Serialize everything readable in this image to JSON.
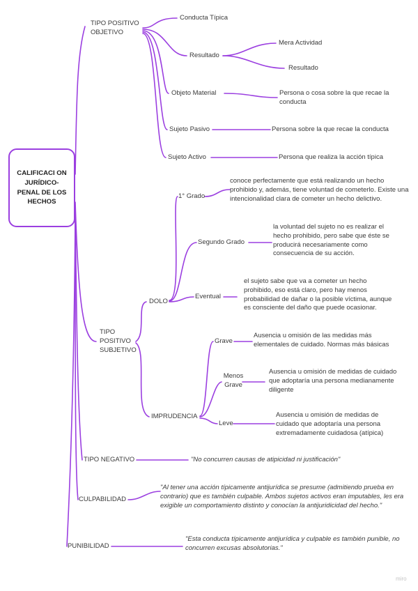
{
  "root": {
    "label": "CALIFICACI ON JURÍDICO-PENAL DE LOS HECHOS"
  },
  "tipo_positivo_objetivo": {
    "label": "TIPO POSITIVO OBJETIVO",
    "conducta": "Conducta Típica",
    "resultado": {
      "label": "Resultado",
      "mera": "Mera Actividad",
      "resultado": "Resultado"
    },
    "objeto": {
      "label": "Objeto Material",
      "desc": "Persona o cosa sobre la que recae la conducta"
    },
    "sujeto_pasivo": {
      "label": "Sujeto Pasivo",
      "desc": "Persona sobre la que recae la conducta"
    },
    "sujeto_activo": {
      "label": "Sujeto Activo",
      "desc": "Persona que realiza la  acción típica"
    }
  },
  "tipo_positivo_subjetivo": {
    "label": "TIPO POSITIVO SUBJETIVO",
    "dolo": {
      "label": "DOLO",
      "primer": {
        "label": "1° Grado",
        "desc": "conoce perfectamente que está realizando un hecho prohibido y, además, tiene voluntad de cometerlo. Existe una intencionalidad clara de cometer un hecho delictivo."
      },
      "segundo": {
        "label": "Segundo Grado",
        "desc": "la voluntad del sujeto no es realizar el hecho prohibido, pero sabe que éste se producirá necesariamente como consecuencia de su acción."
      },
      "eventual": {
        "label": "Eventual",
        "desc": "el sujeto sabe que va a cometer un hecho prohibido, eso está claro, pero hay menos probabilidad de dañar o la posible víctima, aunque es consciente del daño que puede ocasionar."
      }
    },
    "imprudencia": {
      "label": "IMPRUDENCIA",
      "grave": {
        "label": "Grave",
        "desc": "Ausencia u omisión de las medidas más elementales de cuidado. Normas más básicas"
      },
      "menos_grave": {
        "label": "Menos Grave",
        "desc": "Ausencia u omisión de medidas de cuidado que adoptaría una persona medianamente diligente"
      },
      "leve": {
        "label": "Leve",
        "desc": "Ausencia u omisión de medidas de cuidado que adoptaría una persona extremadamente cuidadosa (atípica)"
      }
    }
  },
  "tipo_negativo": {
    "label": "TIPO NEGATIVO",
    "desc": "\"No concurren causas de atipicidad ni justificación\""
  },
  "culpabilidad": {
    "label": "CULPABILIDAD",
    "desc": "\"Al tener una acción típicamente antijurídica se presume (admitiendo prueba en contrario) que es también culpable. Ambos sujetos activos eran imputables, les era exigible un comportamiento distinto y conocían la antijuridicidad del hecho.\""
  },
  "punibilidad": {
    "label": "PUNIBILIDAD",
    "desc": "\"Esta conducta típicamente antijurídica y culpable es también punible, no concurren excusas absolutorias.\""
  },
  "watermark": "miro",
  "colors": {
    "accent": "#9b3fe0",
    "text": "#3a3a3a"
  }
}
